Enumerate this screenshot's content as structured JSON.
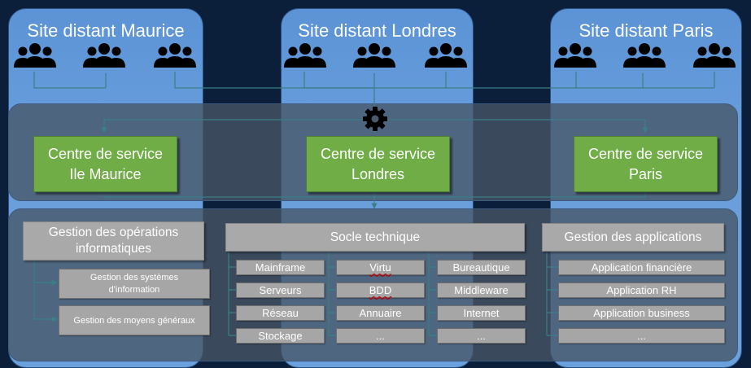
{
  "sites": [
    {
      "title": "Site distant Maurice"
    },
    {
      "title": "Site distant Londres"
    },
    {
      "title": "Site distant Paris"
    }
  ],
  "service_centers": [
    {
      "line1": "Centre de service",
      "line2": "Ile Maurice"
    },
    {
      "line1": "Centre de service",
      "line2": "Londres"
    },
    {
      "line1": "Centre de service",
      "line2": "Paris"
    }
  ],
  "ops": {
    "title_line1": "Gestion des opérations",
    "title_line2": "informatiques",
    "items": [
      {
        "line1": "Gestion des systèmes",
        "line2": "d'information"
      },
      {
        "line1": "Gestion des moyens généraux",
        "line2": ""
      }
    ]
  },
  "socle": {
    "title": "Socle technique",
    "col1": [
      "Mainframe",
      "Serveurs",
      "Réseau",
      "Stockage"
    ],
    "col2": [
      "Virtu",
      "BDD",
      "Annuaire",
      "..."
    ],
    "col3": [
      "Bureautique",
      "Middleware",
      "Internet",
      "..."
    ]
  },
  "apps": {
    "title": "Gestion des applications",
    "items": [
      "Application financière",
      "Application RH",
      "Application business",
      "..."
    ]
  },
  "colors": {
    "background": "#0b1f3a",
    "site_panel": "#6a9fdc",
    "service_center": "#70ad47",
    "grey_box": "#a6a6a6"
  }
}
